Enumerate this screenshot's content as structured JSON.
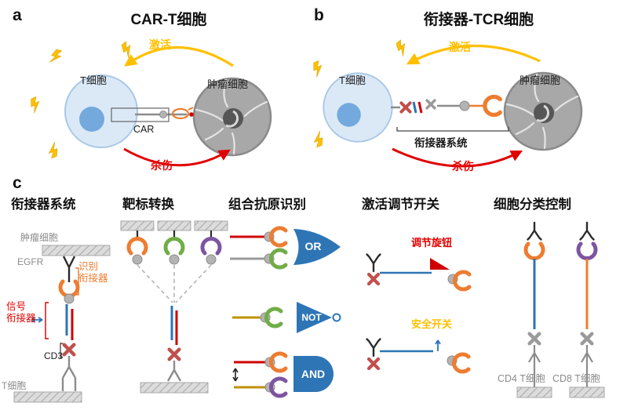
{
  "figure": {
    "panel_a": {
      "label": "a",
      "title": "CAR-T细胞",
      "activate": "激活",
      "kill": "杀伤",
      "t_cell": "T细胞",
      "tumor_cell": "肿瘤细胞",
      "car": "CAR"
    },
    "panel_b": {
      "label": "b",
      "title": "衔接器-TCR细胞",
      "activate": "激活",
      "kill": "杀伤",
      "t_cell": "T细胞",
      "tumor_cell": "肿瘤细胞",
      "adapter_system": "衔接器系统"
    },
    "panel_c": {
      "label": "c",
      "adapter_system": {
        "title": "衔接器系统",
        "tumor_cell": "肿瘤细胞",
        "egfr": "EGFR",
        "recognition_adapter": [
          "识别",
          "衔接器"
        ],
        "signal_adapter": [
          "信号",
          "衔接器"
        ],
        "cd3": "CD3",
        "t_cell": "T细胞"
      },
      "target_switch": {
        "title": "靶标转换"
      },
      "combinatorial": {
        "title": "组合抗原识别",
        "gates": {
          "or": "OR",
          "not": "NOT",
          "and": "AND"
        }
      },
      "activation_switch": {
        "title": "激活调节开关",
        "tuning_knob": "调节旋钮",
        "safety_switch": "安全开关"
      },
      "cell_type_control": {
        "title": "细胞分类控制",
        "cd4": "CD4 T细胞",
        "cd8": "CD8 T细胞"
      }
    },
    "colors": {
      "activate_yellow": "#ffc000",
      "kill_red": "#e00000",
      "recognition_orange": "#ed7d31",
      "signal_red": "#d00000",
      "gate_blue": "#2e75b6",
      "gray_text": "#8c8c8c"
    }
  }
}
